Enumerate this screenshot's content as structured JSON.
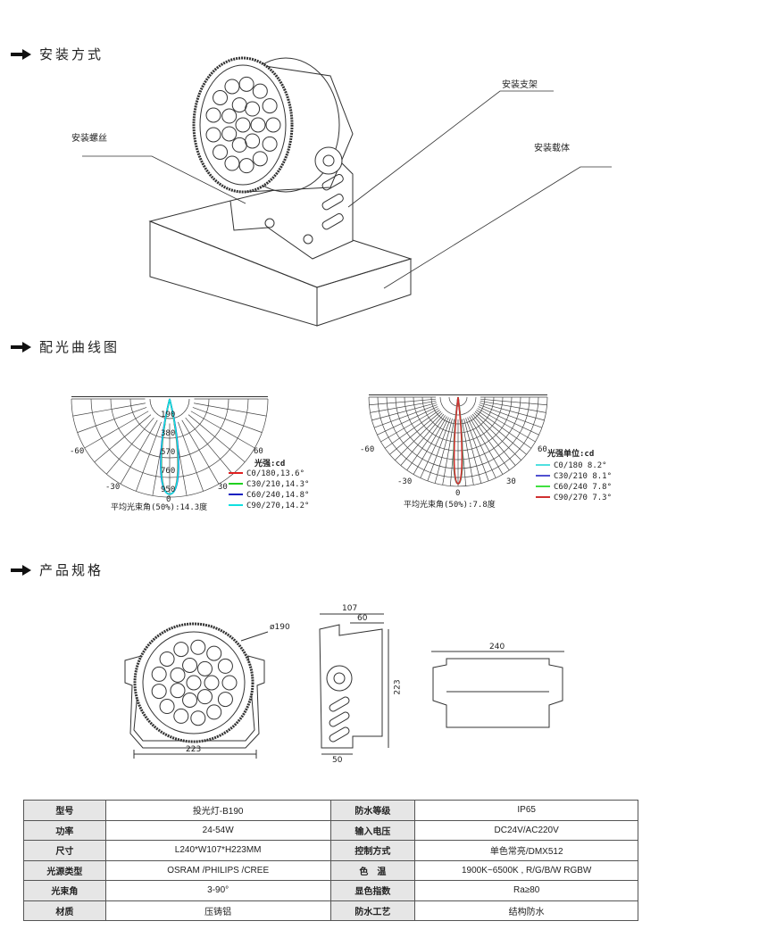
{
  "sections": {
    "install": "安装方式",
    "light_curve": "配光曲线图",
    "spec": "产品规格"
  },
  "install_labels": {
    "bracket": "安装支架",
    "carrier": "安装载体",
    "screw": "安装螺丝"
  },
  "polar_left": {
    "angles": [
      "-60",
      "60",
      "-30",
      "30",
      "0"
    ],
    "radial_ticks": [
      "190",
      "380",
      "570",
      "760",
      "950"
    ],
    "unit": "光强:cd",
    "legend": [
      {
        "label": "C0/180,13.6°",
        "color": "#e02020"
      },
      {
        "label": "C30/210,14.3°",
        "color": "#20d020"
      },
      {
        "label": "C60/240,14.8°",
        "color": "#1020c0"
      },
      {
        "label": "C90/270,14.2°",
        "color": "#10e0e0"
      }
    ],
    "beam_widths": [
      13.6,
      14.3,
      14.8,
      14.2
    ],
    "average": "平均光束角(50%):14.3度"
  },
  "polar_right": {
    "angles": [
      "-60",
      "60",
      "-30",
      "30",
      "0"
    ],
    "unit": "光强单位:cd",
    "legend": [
      {
        "label": "C0/180 8.2°",
        "color": "#50e0e0"
      },
      {
        "label": "C30/210 8.1°",
        "color": "#5050d0"
      },
      {
        "label": "C60/240 7.8°",
        "color": "#40e040"
      },
      {
        "label": "C90/270 7.3°",
        "color": "#d03030"
      }
    ],
    "beam_widths": [
      8.2,
      8.1,
      7.8,
      7.3
    ],
    "average": "平均光束角(50%):7.8度"
  },
  "dimensions": {
    "diameter": "ø190",
    "front_width": "223",
    "side_depth": "107",
    "side_top": "60",
    "side_bottom": "50",
    "side_height": "223",
    "back_width": "240"
  },
  "spec_table": [
    [
      "型号",
      "投光灯-B190",
      "防水等级",
      "IP65"
    ],
    [
      "功率",
      "24-54W",
      "输入电压",
      "DC24V/AC220V"
    ],
    [
      "尺寸",
      "L240*W107*H223MM",
      "控制方式",
      "单色常亮/DMX512"
    ],
    [
      "光源类型",
      "OSRAM /PHILIPS /CREE",
      "色　温",
      "1900K~6500K , R/G/B/W  RGBW"
    ],
    [
      "光束角",
      "3-90°",
      "显色指数",
      "Ra≥80"
    ],
    [
      "材质",
      "压铸铝",
      "防水工艺",
      "结构防水"
    ]
  ]
}
